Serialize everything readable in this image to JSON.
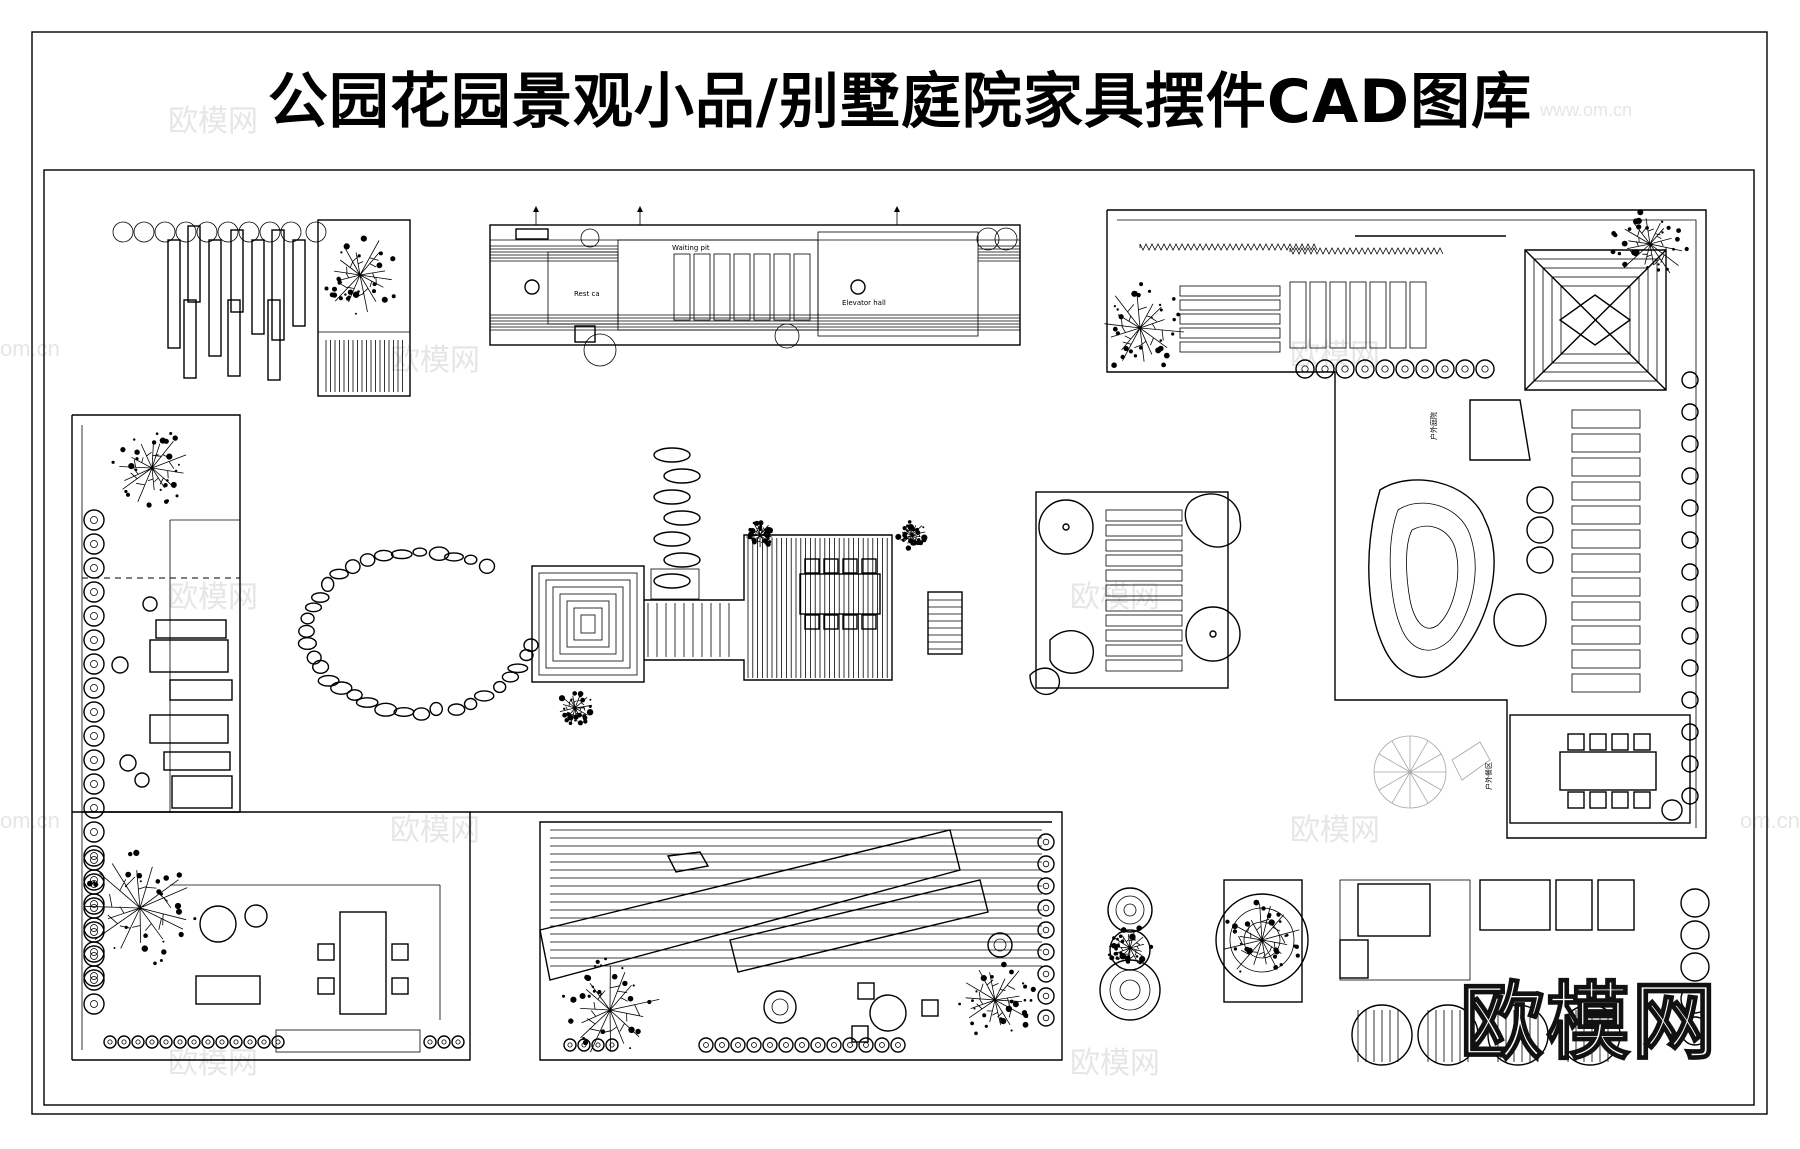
{
  "title": "公园花园景观小品/别墅庭院家具摆件CAD图库",
  "watermark": {
    "brand": "欧模网",
    "site": "www.om.cn",
    "site_short": "om.cn"
  },
  "labels": {
    "upper_bridge_left": "Rest ca",
    "upper_bridge_right": "Elevator hall",
    "upper_bridge_mid": "Waiting pit",
    "courtyard_outdoor": "户外庭院",
    "dining_outdoor": "户外餐区"
  }
}
